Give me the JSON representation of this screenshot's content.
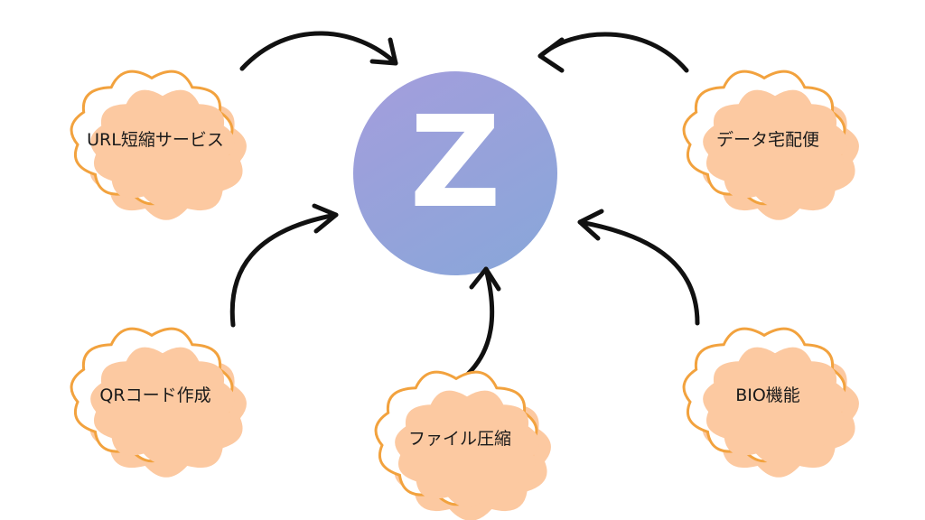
{
  "hub": {
    "logo_letter": "Z",
    "colors": {
      "gradient_top": "#a29edc",
      "gradient_bottom": "#8aa6d9",
      "letter": "#ffffff"
    }
  },
  "nodes": [
    {
      "id": "url",
      "label": "URL短縮サービス"
    },
    {
      "id": "data",
      "label": "データ宅配便"
    },
    {
      "id": "qr",
      "label": "QRコード作成"
    },
    {
      "id": "file",
      "label": "ファイル圧縮"
    },
    {
      "id": "bio",
      "label": "BIO機能"
    }
  ],
  "colors": {
    "cloud_fill": "#fcc9a1",
    "cloud_outline": "#f2a23e",
    "arrow": "#111111",
    "text": "#1a1a1a",
    "background": "#ffffff"
  }
}
